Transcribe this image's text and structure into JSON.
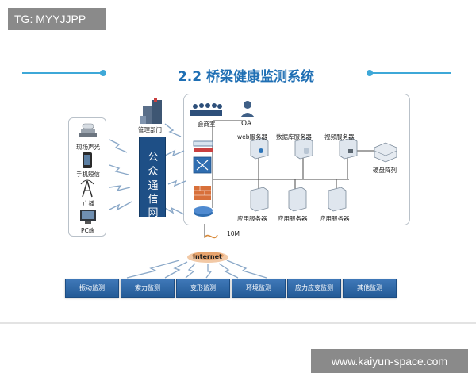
{
  "watermark_top": "TG: MYYJJPP",
  "watermark_bottom": "www.kaiyun-space.com",
  "title": "2.2 桥梁健康监测系统",
  "left_devices": [
    {
      "label": "现场声光",
      "icon": "alarm-light-icon"
    },
    {
      "label": "手机短信",
      "icon": "mobile-phone-icon"
    },
    {
      "label": "广播",
      "icon": "broadcast-tower-icon"
    },
    {
      "label": "PC端",
      "icon": "pc-monitor-icon"
    }
  ],
  "management_label": "管理部门",
  "public_network": [
    "公",
    "众",
    "通",
    "信",
    "网"
  ],
  "top_nodes": {
    "meeting_room": "会商室",
    "oa": "OA"
  },
  "servers_top": [
    "web服务器",
    "数据库服务器",
    "视频服务器"
  ],
  "servers_bottom": [
    "应用服务器",
    "应用服务器",
    "应用服务器"
  ],
  "storage_label": "硬盘阵列",
  "bandwidth_label": "10M",
  "internet_label": "Internet",
  "monitor_buttons": [
    "振动监测",
    "索力监测",
    "变形监测",
    "环境监测",
    "应力应变监测",
    "其他监测"
  ],
  "colors": {
    "title": "#1f6fb4",
    "accent_line": "#3ea8d8",
    "network_column": "#1e4f86",
    "button": "#2f67a6",
    "badge": "#8a8a8a"
  }
}
